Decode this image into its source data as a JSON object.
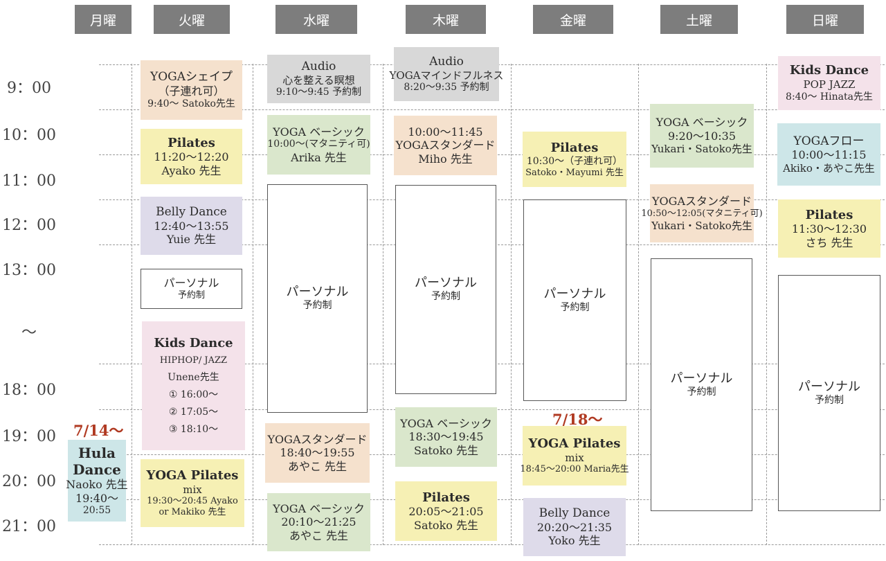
{
  "days": [
    "月曜",
    "火曜",
    "水曜",
    "木曜",
    "金曜",
    "土曜",
    "日曜"
  ],
  "times": [
    "9：00",
    "10：00",
    "11：00",
    "12：00",
    "13：00",
    "～",
    "18：00",
    "19：00",
    "20：00",
    "21：00"
  ],
  "notes": {
    "mon_start": "7/14～",
    "fri_start": "7/18～"
  },
  "classes": {
    "mon_hula": [
      "Hula",
      "Dance",
      "Naoko 先生",
      "19:40～",
      "20:55"
    ],
    "tue_yoga_shape": [
      "YOGAシェイプ",
      "（子連れ可）",
      "9:40～ Satoko先生"
    ],
    "tue_pilates": [
      "Pilates",
      "11:20～12:20",
      "Ayako 先生"
    ],
    "tue_belly": [
      "Belly Dance",
      "12:40～13:55",
      "Yuie 先生"
    ],
    "tue_personal": [
      "パーソナル",
      "予約制"
    ],
    "tue_kids": [
      "Kids Dance",
      "HIPHOP/ JAZZ",
      "Unene先生",
      "① 16:00～",
      "② 17:05～",
      "③ 18:10～"
    ],
    "tue_yoga_pilates": [
      "YOGA Pilates",
      "mix",
      "19:30～20:45 Ayako",
      "or Makiko 先生"
    ],
    "wed_audio": [
      "Audio",
      "心を整える瞑想",
      "9:10～9:45 予約制"
    ],
    "wed_yoga_basic": [
      "YOGA ベーシック",
      "10:00～(マタニティ可)",
      "Arika 先生"
    ],
    "wed_personal": [
      "パーソナル",
      "予約制"
    ],
    "wed_yoga_standard": [
      "YOGAスタンダード",
      "18:40～19:55",
      "あやこ 先生"
    ],
    "wed_yoga_basic2": [
      "YOGA ベーシック",
      "20:10～21:25",
      "あやこ 先生"
    ],
    "thu_audio": [
      "Audio",
      "YOGAマインドフルネス",
      "8:20～9:35 予約制"
    ],
    "thu_yoga_standard": [
      "10:00～11:45",
      "YOGAスタンダード",
      "Miho 先生"
    ],
    "thu_personal": [
      "パーソナル",
      "予約制"
    ],
    "thu_yoga_basic": [
      "YOGA ベーシック",
      "18:30～19:45",
      "Satoko 先生"
    ],
    "thu_pilates": [
      "Pilates",
      "20:05～21:05",
      "Satoko 先生"
    ],
    "fri_pilates": [
      "Pilates",
      "10:30～（子連れ可）",
      "Satoko・Mayumi 先生"
    ],
    "fri_personal": [
      "パーソナル",
      "予約制"
    ],
    "fri_yoga_pilates": [
      "YOGA Pilates",
      "mix",
      "18:45～20:00 Maria先生"
    ],
    "fri_belly": [
      "Belly Dance",
      "20:20～21:35",
      "Yoko 先生"
    ],
    "sat_yoga_basic": [
      "YOGA ベーシック",
      "9:20～10:35",
      "Yukari・Satoko先生"
    ],
    "sat_yoga_standard": [
      "YOGAスタンダード",
      "10:50～12:05(マタニティ可)",
      "Yukari・Satoko先生"
    ],
    "sat_personal": [
      "パーソナル",
      "予約制"
    ],
    "sun_kids": [
      "Kids Dance",
      "POP JAZZ",
      "8:40～ Hinata先生"
    ],
    "sun_yoga_flow": [
      "YOGAフロー",
      "10:00～11:15",
      "Akiko・あやこ先生"
    ],
    "sun_pilates": [
      "Pilates",
      "11:30～12:30",
      "さち 先生"
    ],
    "sun_personal": [
      "パーソナル",
      "予約制"
    ]
  },
  "colors": {
    "header": "#7d7d7d",
    "orange": "#f5e1cd",
    "yellow": "#f6f0b4",
    "green": "#dae7cc",
    "purple": "#dedbea",
    "pink": "#f4e2ea",
    "gray": "#d8d8d8",
    "blue": "#cde6e8",
    "red": "#b03a22"
  }
}
